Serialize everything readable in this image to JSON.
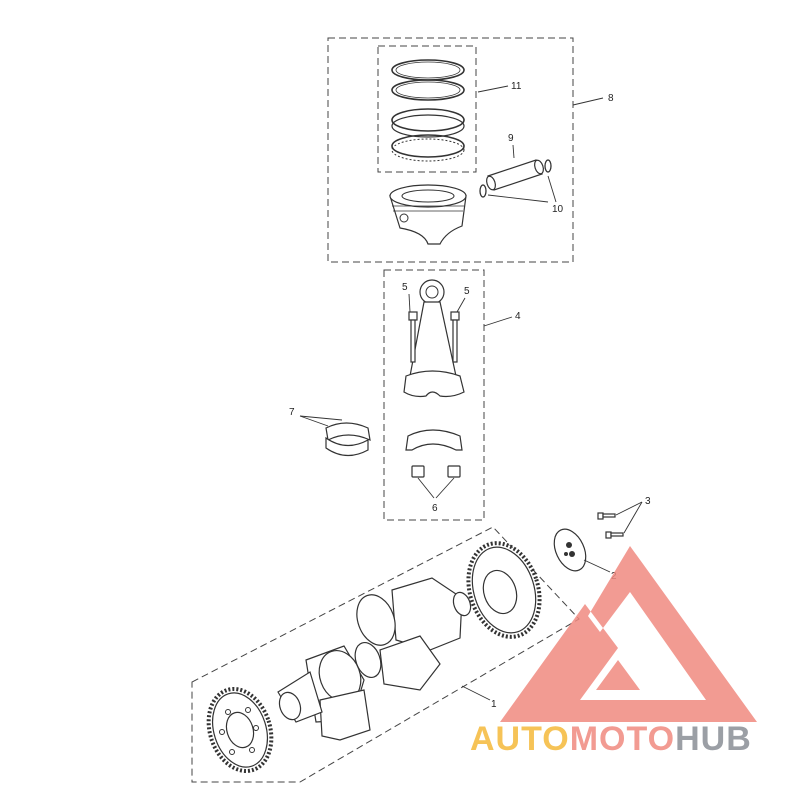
{
  "diagram": {
    "callouts": {
      "c1": "1",
      "c2": "2",
      "c3": "3",
      "c4": "4",
      "c5a": "5",
      "c5b": "5",
      "c6": "6",
      "c7": "7",
      "c8": "8",
      "c9": "9",
      "c10": "10",
      "c11": "11"
    }
  },
  "watermark": {
    "word_auto": "AUTO",
    "word_moto": "MOTO",
    "word_hub": "HUB",
    "colors": {
      "auto": "#f5b93a",
      "moto": "#f08a80",
      "hub": "#8a8f96",
      "logo": "#f08a80"
    }
  }
}
